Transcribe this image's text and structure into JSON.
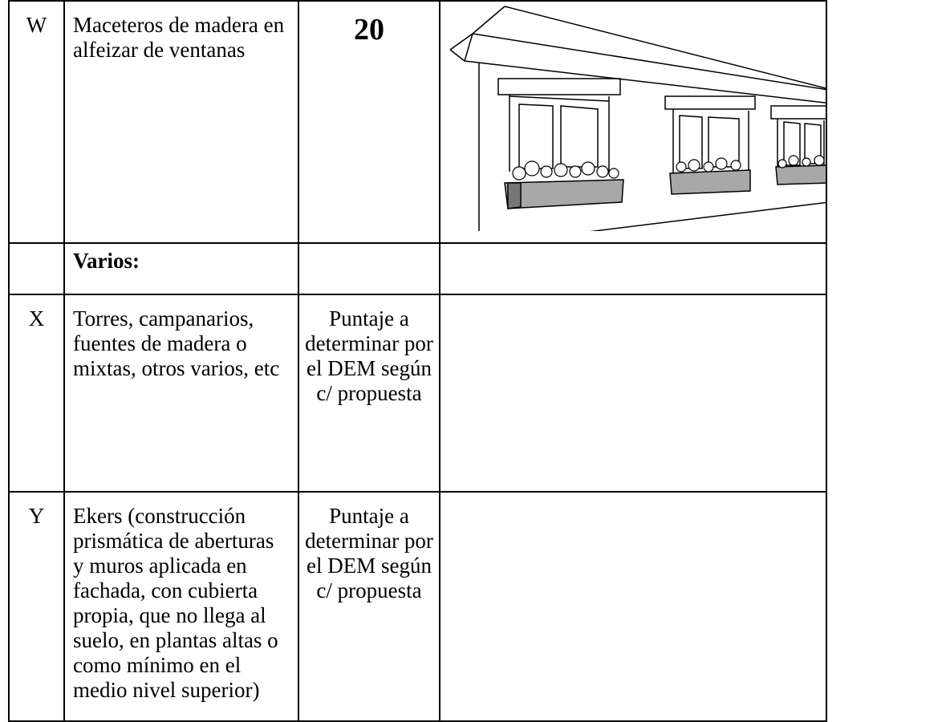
{
  "rows": [
    {
      "letter": "W",
      "description": "Maceteros de madera en alfeizar de ventanas",
      "score": "20",
      "illustration_icon": "house-window-planters-illustration"
    },
    {
      "letter": "",
      "description": "Varios:",
      "score": ""
    },
    {
      "letter": "X",
      "description": "Torres, campanarios, fuentes de madera o mixtas, otros varios, etc",
      "score": "Puntaje a determinar por el DEM según c/ propuesta"
    },
    {
      "letter": "Y",
      "description": "Ekers (construcción prismática de aberturas y muros aplicada en fachada, con cubierta propia, que no llega al suelo, en plantas altas o como mínimo en el medio nivel superior)",
      "score": "Puntaje a determinar por el DEM según c/ propuesta"
    }
  ],
  "colors": {
    "planter_fill": "#a8a8a8",
    "line": "#000000"
  }
}
